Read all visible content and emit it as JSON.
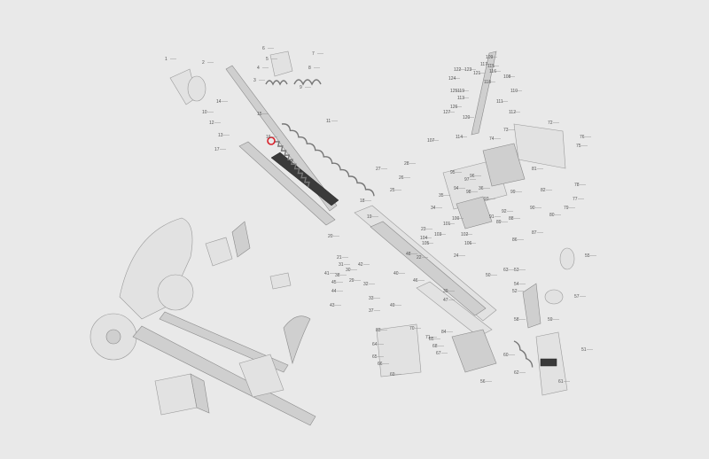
{
  "diagram": {
    "labels": [
      {
        "id": "p1",
        "text": "1"
      },
      {
        "id": "p2",
        "text": "2"
      },
      {
        "id": "p3",
        "text": "3"
      },
      {
        "id": "p4",
        "text": "4"
      },
      {
        "id": "p5",
        "text": "5"
      },
      {
        "id": "p6",
        "text": "6"
      },
      {
        "id": "p7",
        "text": "7"
      },
      {
        "id": "p8",
        "text": "8"
      },
      {
        "id": "p9",
        "text": "9"
      },
      {
        "id": "p10",
        "text": "10"
      },
      {
        "id": "p11",
        "text": "11"
      },
      {
        "id": "p12",
        "text": "12"
      },
      {
        "id": "p13",
        "text": "13"
      },
      {
        "id": "p14",
        "text": "14"
      },
      {
        "id": "p15",
        "text": "15"
      },
      {
        "id": "p16",
        "text": "16"
      },
      {
        "id": "p17",
        "text": "17"
      },
      {
        "id": "p18",
        "text": "18"
      },
      {
        "id": "p19",
        "text": "19"
      },
      {
        "id": "p20",
        "text": "20"
      },
      {
        "id": "p21",
        "text": "21"
      },
      {
        "id": "p22",
        "text": "22"
      },
      {
        "id": "p23",
        "text": "23"
      },
      {
        "id": "p24",
        "text": "24"
      },
      {
        "id": "p25",
        "text": "25"
      },
      {
        "id": "p26",
        "text": "26"
      },
      {
        "id": "p27",
        "text": "27"
      },
      {
        "id": "p28",
        "text": "28"
      },
      {
        "id": "p29",
        "text": "29"
      },
      {
        "id": "p30",
        "text": "30"
      },
      {
        "id": "p31",
        "text": "31"
      },
      {
        "id": "p32",
        "text": "32"
      },
      {
        "id": "p33",
        "text": "33"
      },
      {
        "id": "p34",
        "text": "34"
      },
      {
        "id": "p35",
        "text": "35"
      },
      {
        "id": "p36",
        "text": "36"
      },
      {
        "id": "p37",
        "text": "37"
      },
      {
        "id": "p38",
        "text": "38"
      },
      {
        "id": "p39",
        "text": "39"
      },
      {
        "id": "p40",
        "text": "40"
      },
      {
        "id": "p41",
        "text": "41"
      },
      {
        "id": "p42",
        "text": "42"
      },
      {
        "id": "p43",
        "text": "43"
      },
      {
        "id": "p44",
        "text": "44"
      },
      {
        "id": "p45",
        "text": "45"
      },
      {
        "id": "p46",
        "text": "46"
      },
      {
        "id": "p47",
        "text": "47"
      },
      {
        "id": "p48",
        "text": "48"
      },
      {
        "id": "p49",
        "text": "49"
      },
      {
        "id": "p50",
        "text": "50"
      },
      {
        "id": "p51",
        "text": "51"
      },
      {
        "id": "p52",
        "text": "52"
      },
      {
        "id": "p53",
        "text": "53"
      },
      {
        "id": "p54",
        "text": "54"
      },
      {
        "id": "p55",
        "text": "55"
      },
      {
        "id": "p56",
        "text": "56"
      },
      {
        "id": "p57",
        "text": "57"
      },
      {
        "id": "p58",
        "text": "58"
      },
      {
        "id": "p59",
        "text": "59"
      },
      {
        "id": "p60",
        "text": "60"
      },
      {
        "id": "p61",
        "text": "61"
      },
      {
        "id": "p62",
        "text": "62"
      },
      {
        "id": "p63",
        "text": "63"
      },
      {
        "id": "p64",
        "text": "64"
      },
      {
        "id": "p65",
        "text": "65"
      },
      {
        "id": "p66",
        "text": "66"
      },
      {
        "id": "p67",
        "text": "67"
      },
      {
        "id": "p68",
        "text": "68"
      },
      {
        "id": "p69",
        "text": "69"
      },
      {
        "id": "p70",
        "text": "70"
      },
      {
        "id": "p71",
        "text": "71"
      },
      {
        "id": "p72",
        "text": "72"
      },
      {
        "id": "p73",
        "text": "73"
      },
      {
        "id": "p74",
        "text": "74"
      },
      {
        "id": "p75",
        "text": "75"
      },
      {
        "id": "p76",
        "text": "76"
      },
      {
        "id": "p77",
        "text": "77"
      },
      {
        "id": "p78",
        "text": "78"
      },
      {
        "id": "p79",
        "text": "79"
      },
      {
        "id": "p80",
        "text": "80"
      },
      {
        "id": "p81",
        "text": "81"
      },
      {
        "id": "p82",
        "text": "82"
      },
      {
        "id": "p83",
        "text": "83"
      },
      {
        "id": "p84",
        "text": "84"
      },
      {
        "id": "p85",
        "text": "85"
      },
      {
        "id": "p86",
        "text": "86"
      },
      {
        "id": "p87",
        "text": "87"
      },
      {
        "id": "p88",
        "text": "88"
      },
      {
        "id": "p89",
        "text": "89"
      },
      {
        "id": "p90",
        "text": "90"
      },
      {
        "id": "p91",
        "text": "91"
      },
      {
        "id": "p92",
        "text": "92"
      },
      {
        "id": "p93",
        "text": "93"
      },
      {
        "id": "p94",
        "text": "94"
      },
      {
        "id": "p95",
        "text": "95"
      },
      {
        "id": "p96",
        "text": "96"
      },
      {
        "id": "p97",
        "text": "97"
      },
      {
        "id": "p98",
        "text": "98"
      },
      {
        "id": "p99",
        "text": "99"
      },
      {
        "id": "p100",
        "text": "100"
      },
      {
        "id": "p101",
        "text": "101"
      },
      {
        "id": "p102",
        "text": "102"
      },
      {
        "id": "p103",
        "text": "103"
      },
      {
        "id": "p104",
        "text": "104"
      },
      {
        "id": "p105",
        "text": "105"
      },
      {
        "id": "p106",
        "text": "106"
      },
      {
        "id": "p107",
        "text": "107"
      },
      {
        "id": "p108",
        "text": "108"
      },
      {
        "id": "p109",
        "text": "109"
      },
      {
        "id": "p110",
        "text": "110"
      },
      {
        "id": "p111",
        "text": "111"
      },
      {
        "id": "p112",
        "text": "112"
      },
      {
        "id": "p113",
        "text": "113"
      },
      {
        "id": "p114",
        "text": "114"
      },
      {
        "id": "p115",
        "text": "115"
      },
      {
        "id": "p116",
        "text": "116"
      },
      {
        "id": "p117",
        "text": "117"
      },
      {
        "id": "p118",
        "text": "118"
      },
      {
        "id": "p119",
        "text": "119"
      },
      {
        "id": "p120",
        "text": "120"
      },
      {
        "id": "p121",
        "text": "121"
      },
      {
        "id": "p122",
        "text": "122"
      },
      {
        "id": "p123",
        "text": "123"
      },
      {
        "id": "p124",
        "text": "124"
      },
      {
        "id": "p125",
        "text": "125"
      },
      {
        "id": "p126",
        "text": "126"
      },
      {
        "id": "p127",
        "text": "127"
      }
    ],
    "highlight_color": "#d8202a"
  }
}
